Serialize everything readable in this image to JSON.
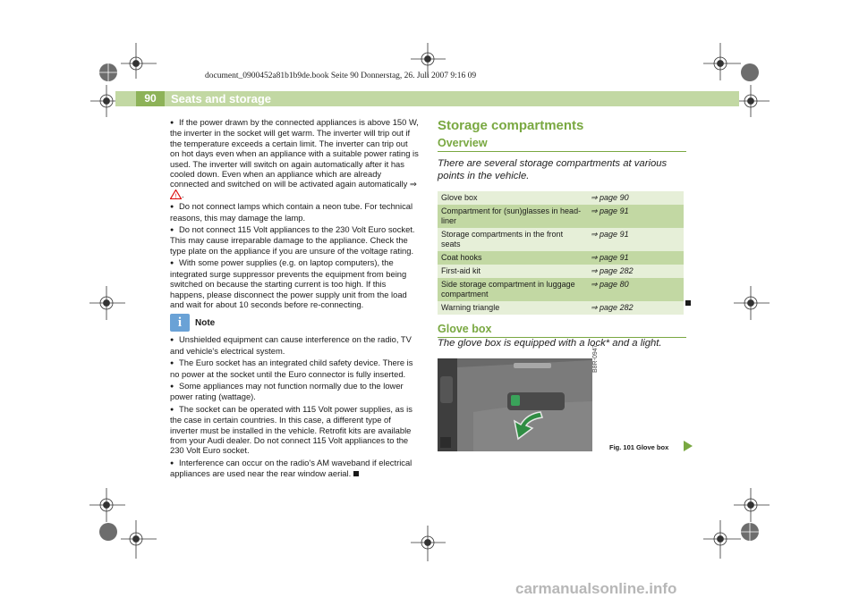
{
  "file_header": "document_0900452a81b1b9de.book  Seite 90  Donnerstag, 26. Juli 2007  9:16 09",
  "page": {
    "number": "90",
    "section_title": "Seats and storage"
  },
  "left_column": {
    "bullets_top": [
      "If the power drawn by the connected appliances is above 150 W, the inverter in the socket will get warm. The inverter will trip out if the temperature exceeds a certain limit. The inverter can trip out on hot days even when an appliance with a suitable power rating is used. The inverter will switch on again automatically after it has cooled down. Even when an appliance which are already connected and switched on will be activated again automatically ⇒",
      "Do not connect lamps which contain a neon tube. For technical reasons, this may damage the lamp.",
      "Do not connect 115 Volt appliances to the 230 Volt Euro socket. This may cause irreparable damage to the appliance. Check the type plate on the appliance if you are unsure of the voltage rating.",
      "With some power supplies (e.g. on laptop computers), the integrated surge suppressor prevents the equipment from being switched on because the starting current is too high. If this happens, please disconnect the power supply unit from the load and wait for about 10 seconds before re-connecting."
    ],
    "note_label": "Note",
    "note_bullets": [
      "Unshielded equipment can cause interference on the radio, TV and vehicle's electrical system.",
      "The Euro socket has an integrated child safety device. There is no power at the socket until the Euro connector is fully inserted.",
      "Some appliances may not function normally due to the lower power rating (wattage).",
      "The socket can be operated with 115 Volt power supplies, as is the case in certain countries. In this case, a different type of inverter must be installed in the vehicle. Retrofit kits are available from your Audi dealer. Do not connect 115 Volt appliances to the 230 Volt Euro socket.",
      "Interference can occur on the radio's AM waveband if electrical appliances are used near the rear window aerial."
    ]
  },
  "right_column": {
    "main_heading": "Storage compartments",
    "overview_heading": "Overview",
    "overview_intro": "There are several storage compartments at various points in the vehicle.",
    "table": [
      {
        "item": "Glove box",
        "ref": "⇒ page 90"
      },
      {
        "item": "Compartment for (sun)glasses in head-liner",
        "ref": "⇒ page 91"
      },
      {
        "item": "Storage compartments in the front seats",
        "ref": "⇒ page 91"
      },
      {
        "item": "Coat hooks",
        "ref": "⇒ page 91"
      },
      {
        "item": "First-aid kit",
        "ref": "⇒ page 282"
      },
      {
        "item": "Side storage compartment in luggage compartment",
        "ref": "⇒ page 80"
      },
      {
        "item": "Warning triangle",
        "ref": "⇒ page 282"
      }
    ],
    "glove_heading": "Glove box",
    "glove_intro": "The glove box is equipped with a lock* and a light.",
    "figure_code": "B8R-0947",
    "figure_caption": "Fig. 101   Glove box"
  },
  "watermark": "carmanualsonline.info",
  "colors": {
    "accent_green": "#79a841",
    "band_green": "#c2d8a3",
    "row_light": "#e6efd8",
    "note_blue": "#6aa2d6"
  }
}
